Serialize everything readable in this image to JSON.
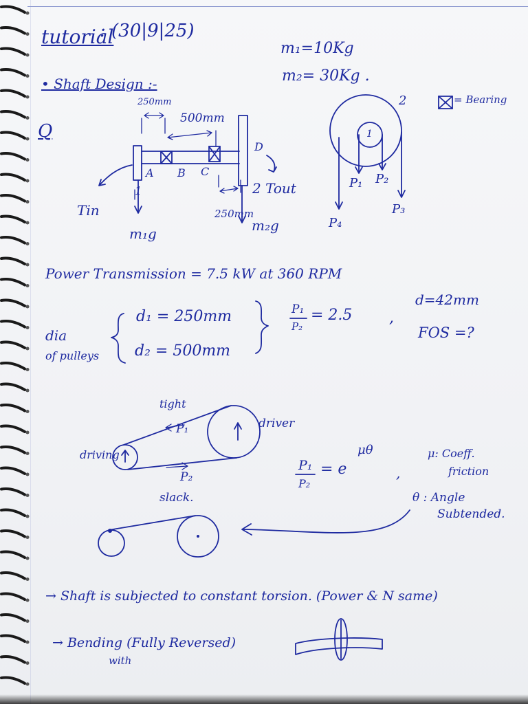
{
  "header": {
    "title": "tutorial",
    "date": ": (30|9|25)",
    "topic": "• Shaft Design :-",
    "question": "Q"
  },
  "masses": {
    "m1": "m₁=10Kg",
    "m2": "m₂= 30Kg ."
  },
  "shaft_diagram": {
    "dim_left": "250mm",
    "dim_mid": "500mm",
    "dim_right": "250mm",
    "label_A": "A",
    "label_B": "B",
    "label_C": "C",
    "label_D": "D",
    "label_1": "1",
    "label_2_tout": "2 Tout",
    "label_tin": "Tin",
    "load_left": "m₁g",
    "load_right": "m₂g"
  },
  "pulley_diagram": {
    "label_2": "2",
    "label_1": "1",
    "p1": "P₁",
    "p2": "P₂",
    "p3": "P₃",
    "p4": "P₄",
    "bearing_legend": "= Bearing"
  },
  "given": {
    "power": "Power Transmission = 7.5 kW at 360 RPM",
    "dia_label_1": "dia",
    "dia_label_2": "of pulleys",
    "d1": "d₁ = 250mm",
    "d2": "d₂ = 500mm",
    "ratio_num": "P₁",
    "ratio_den": "P₂",
    "ratio_val": "= 2.5",
    "comma": ",",
    "d": "d=42mm",
    "fos": "FOS =?"
  },
  "belt": {
    "tight": "tight",
    "p1": "P₁",
    "p2": "P₂",
    "driver": "driver",
    "driving": "driving",
    "slack": "slack.",
    "formula_num": "P₁",
    "formula_den": "P₂",
    "formula_rhs": "= e",
    "formula_exp": "μθ",
    "comma": ",",
    "mu_def_1": "μ: Coeff.",
    "mu_def_2": "friction",
    "theta_def_1": "θ : Angle",
    "theta_def_2": "Subtended."
  },
  "notes": {
    "line1": "→ Shaft is subjected to constant torsion. (Power & N same)",
    "line2": "→ Bending (Fully Reversed)",
    "line2_sub": "with"
  },
  "colors": {
    "ink": "#1e2aa0",
    "paper": "#f4f5f7",
    "spiral": "#1a1a1a"
  }
}
